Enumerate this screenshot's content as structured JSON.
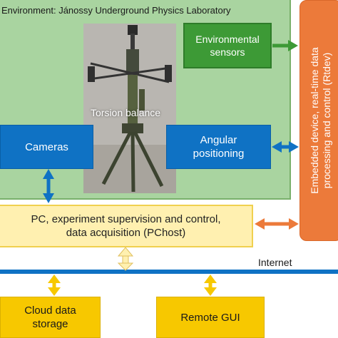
{
  "environment_title": "Environment:  Jánossy Underground Physics Laboratory",
  "photo_label": "Torsion balance",
  "environmental_sensors": {
    "line1": "Environmental",
    "line2": "sensors"
  },
  "cameras": "Cameras",
  "angular_positioning": {
    "line1": "Angular",
    "line2": "positioning"
  },
  "embedded_device": {
    "line1": "Embedded device, real-time data",
    "line2": "processing and control (Rtdev)"
  },
  "pc_host": {
    "line1": "PC, experiment supervision and control,",
    "line2": "data acquisition (PChost)"
  },
  "internet": "Internet",
  "cloud_storage": {
    "line1": "Cloud data",
    "line2": "storage"
  },
  "remote_gui": "Remote GUI",
  "colors": {
    "environment_bg": "#a9d4a0",
    "sensors": "#3d9a36",
    "blue": "#0f72c4",
    "orange": "#ec7a3a",
    "pc_bg": "#fff0b0",
    "yellow": "#f7c800"
  }
}
